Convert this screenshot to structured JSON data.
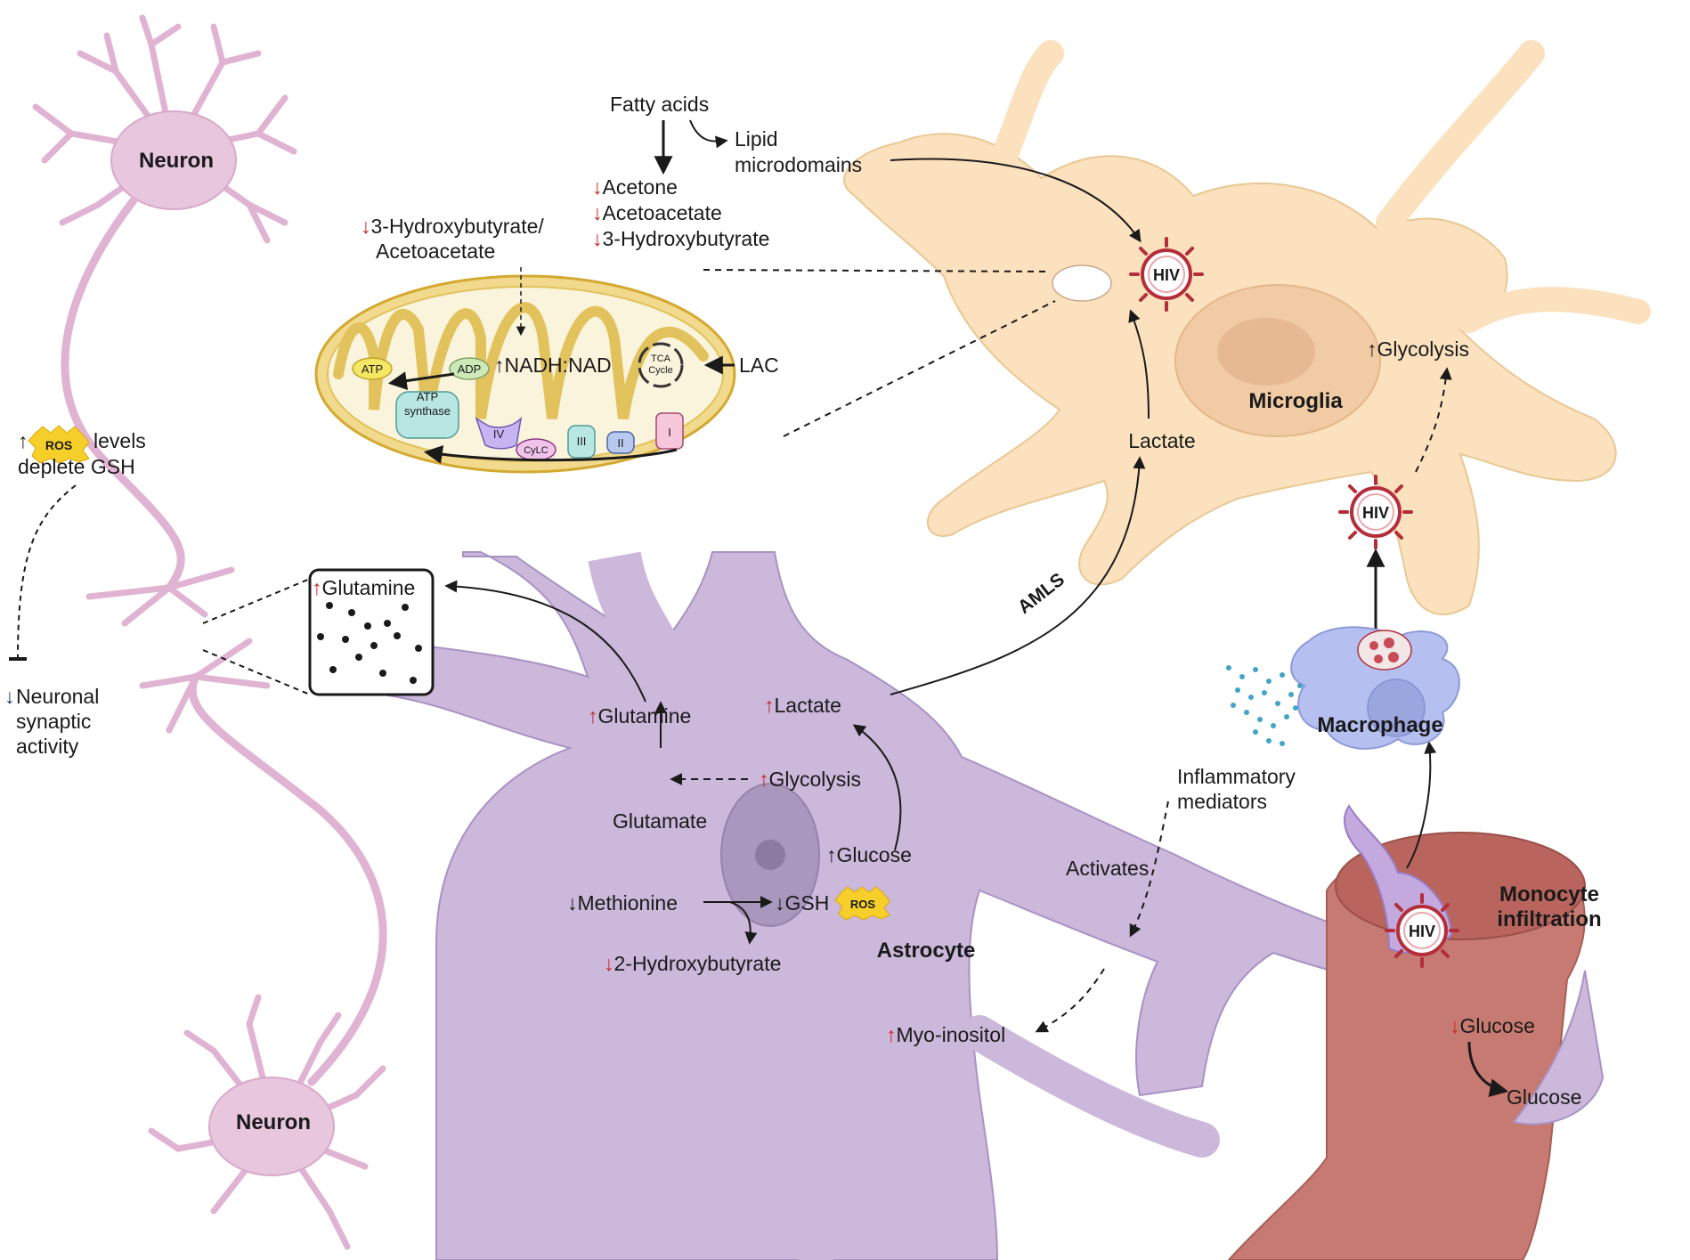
{
  "arrows": {
    "up": "↑",
    "down": "↓"
  },
  "colors": {
    "neuron": "#e8c6de",
    "microglia": "#fbe1bd",
    "astrocyte": "#cbb8db",
    "mitochondrion": "#f1d98d",
    "vessel": "#c77a72",
    "macrophage": "#b5bff0",
    "virus": "#b32e3a",
    "highlight_red": "#c62828",
    "highlight_blue": "#1f3c88"
  },
  "neuron": {
    "label_top": "Neuron",
    "label_bottom": "Neuron"
  },
  "ros": {
    "badge": "ROS",
    "left_suffix": "levels",
    "left_line2": "deplete GSH"
  },
  "neuronal": {
    "line1": "Neuronal",
    "line2": "synaptic",
    "line3": "activity"
  },
  "synapse_box": {
    "label": "Glutamine"
  },
  "fatty": {
    "source": "Fatty acids",
    "lipid_line1": "Lipid",
    "lipid_line2": "microdomains",
    "acetone": "Acetone",
    "acetoacetate": "Acetoacetate",
    "hydroxybutyrate": "3-Hydroxybutyrate"
  },
  "ratio": {
    "line1": "3-Hydroxybutyrate/",
    "line2": "Acetoacetate"
  },
  "mito": {
    "atp": "ATP",
    "adp": "ADP",
    "nadh": "NADH:NAD",
    "tca_line1": "TCA",
    "tca_line2": "Cycle",
    "lac": "LAC",
    "synthase_line1": "ATP",
    "synthase_line2": "synthase",
    "complex_iv": "IV",
    "cytc": "CyLC",
    "complex_iii": "III",
    "complex_ii": "II",
    "complex_i": "I"
  },
  "microglia": {
    "label": "Microglia",
    "glycolysis": "Glycolysis",
    "lactate": "Lactate",
    "virus": "HIV"
  },
  "amls": "AMLS",
  "astrocyte": {
    "label": "Astrocyte",
    "glutamine": "Glutamine",
    "lactate": "Lactate",
    "glycolysis": "Glycolysis",
    "glutamate": "Glutamate",
    "glucose": "Glucose",
    "methionine": "Methionine",
    "gsh": "GSH",
    "ros": "ROS",
    "hydroxybutyrate": "2-Hydroxybutyrate",
    "myo": "Myo-inositol",
    "activates": "Activates"
  },
  "inflammatory": {
    "line1": "Inflammatory",
    "line2": "mediators"
  },
  "macrophage": {
    "label": "Macrophage"
  },
  "monocyte": {
    "line1": "Monocyte",
    "line2": "infiltration",
    "virus": "HIV"
  },
  "vessel_glucose": {
    "low": "Glucose",
    "out": "Glucose"
  },
  "hiv_mid": "HIV"
}
